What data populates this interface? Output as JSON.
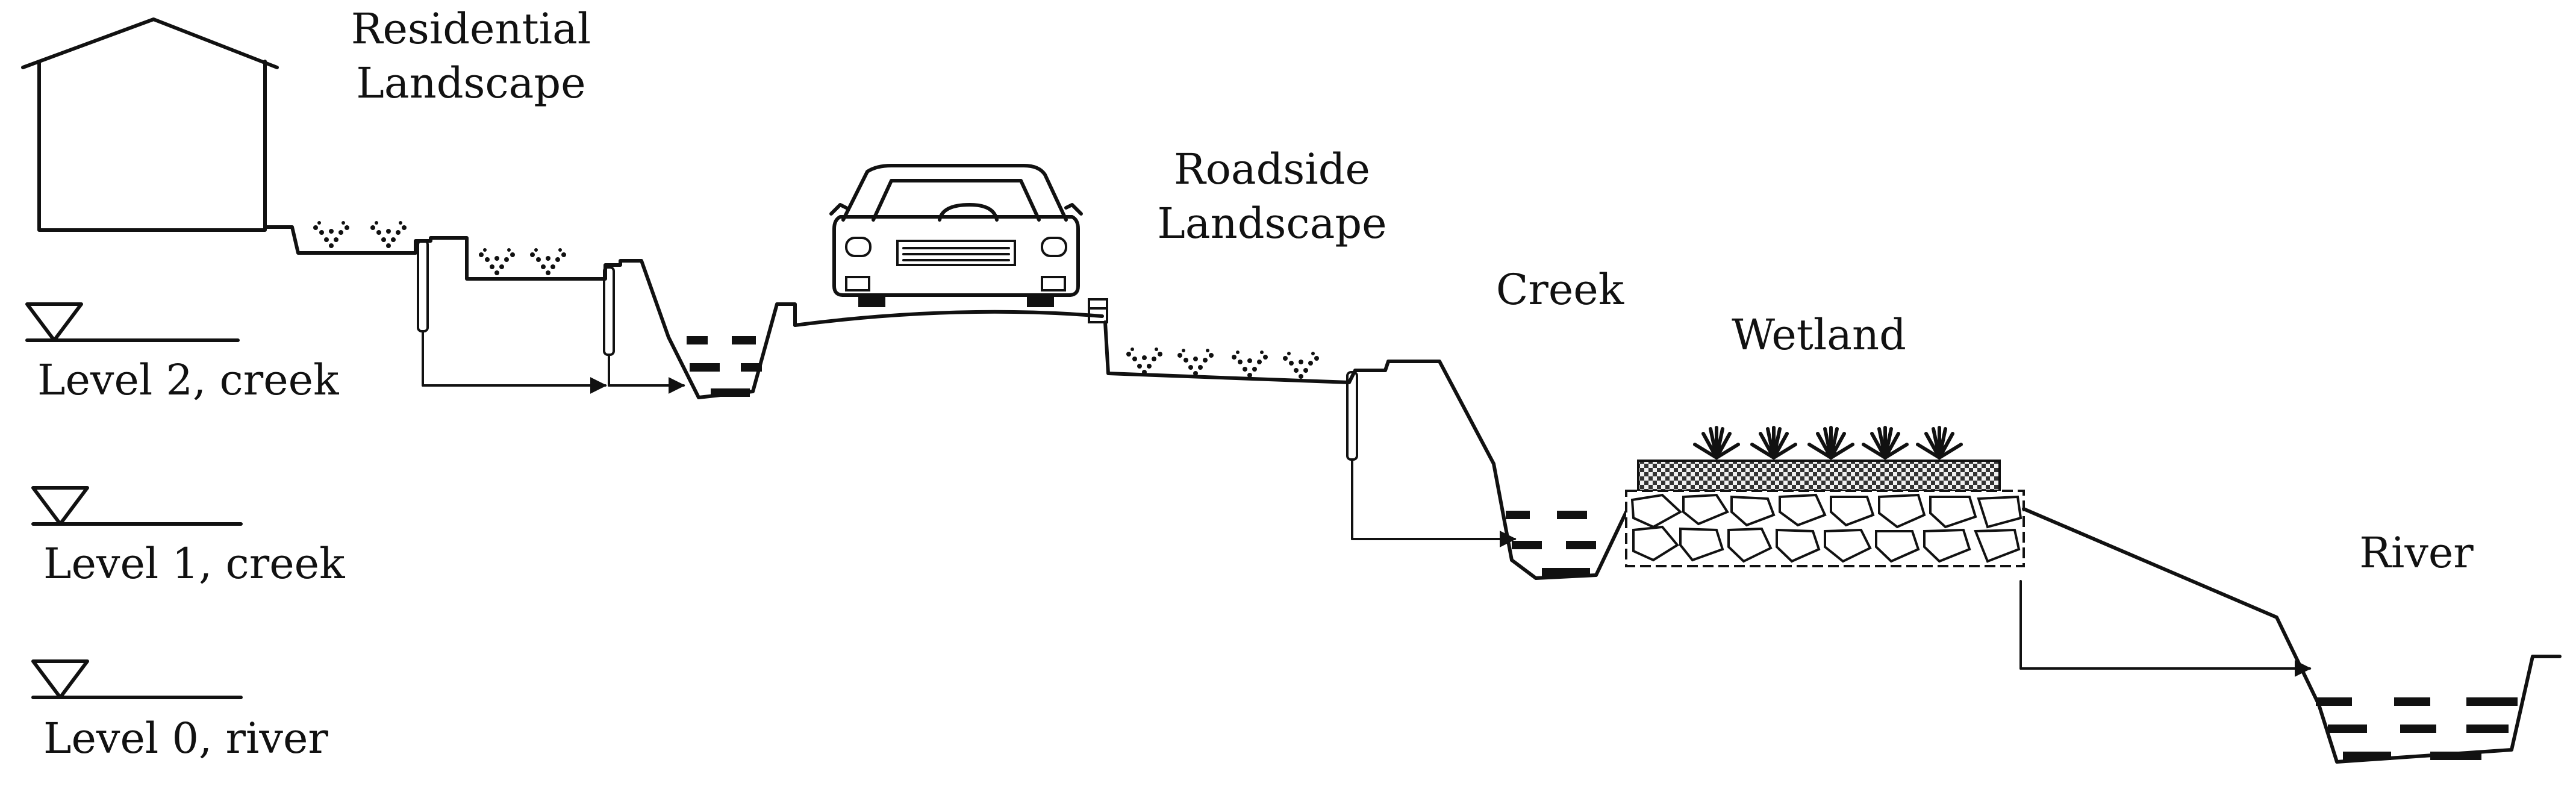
{
  "labels": {
    "residential": [
      "Residential",
      "Landscape"
    ],
    "roadside": [
      "Roadside",
      "Landscape"
    ],
    "creek": "Creek",
    "wetland": "Wetland",
    "river": "River"
  },
  "levels": [
    {
      "text": "Level 2, creek"
    },
    {
      "text": "Level 1, creek"
    },
    {
      "text": "Level 0, river"
    }
  ],
  "colors": {
    "ink": "#111111",
    "background": "#ffffff"
  }
}
